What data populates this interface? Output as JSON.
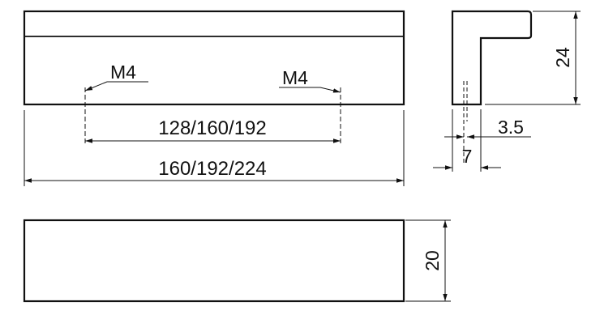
{
  "colors": {
    "line": "#111111",
    "background": "#ffffff"
  },
  "labels": {
    "thread_left": "M4",
    "thread_right": "M4",
    "hole_spacing": "128/160/192",
    "overall_length": "160/192/224",
    "profile_height": "24",
    "wall_thickness": "3.5",
    "profile_depth": "7",
    "handle_width": "20"
  }
}
